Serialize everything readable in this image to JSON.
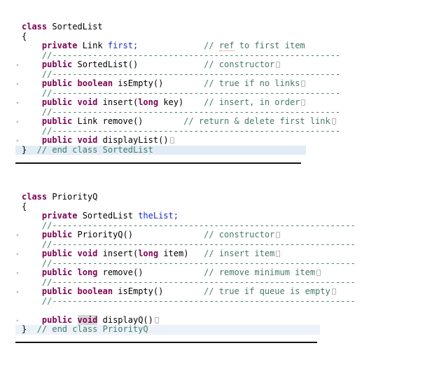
{
  "app": {
    "view": "java-code-editor"
  },
  "editor": {
    "fold_glyph": "▸",
    "colors": {
      "plain": "#000000",
      "keyword": "#7b0052",
      "field": "#1b2acb",
      "comment": "#467a66",
      "line_highlight": "#e2ecf7",
      "line_highlight_soft": "#ecf2fa",
      "occurrence_highlight": "#d7d7d7",
      "fold_marker": "#9fafc9",
      "divider": "#141414",
      "spell_underline": "#e0724d",
      "box_border": "#b5b5b5"
    },
    "blocks": [
      {
        "class_name": "SortedList",
        "lines": [
          {
            "marker": false,
            "highlight": null,
            "segments": [
              {
                "style": "keyword",
                "text": "class"
              },
              {
                "style": "plain",
                "text": " SortedList"
              }
            ]
          },
          {
            "marker": false,
            "highlight": null,
            "segments": [
              {
                "style": "plain",
                "text": "{"
              }
            ]
          },
          {
            "marker": false,
            "highlight": null,
            "segments": [
              {
                "style": "plain",
                "text": "    "
              },
              {
                "style": "keyword",
                "text": "private"
              },
              {
                "style": "plain",
                "text": " Link "
              },
              {
                "style": "field",
                "text": "first;"
              },
              {
                "style": "plain",
                "text": "             "
              },
              {
                "style": "comment",
                "text": "// "
              },
              {
                "style": "comment-spell",
                "text": "ref"
              },
              {
                "style": "comment",
                "text": " to first item"
              }
            ]
          },
          {
            "marker": false,
            "highlight": null,
            "segments": [
              {
                "style": "plain",
                "text": "    "
              },
              {
                "style": "comment",
                "text": "//---------------------------------------------------------"
              }
            ]
          },
          {
            "marker": true,
            "highlight": null,
            "segments": [
              {
                "style": "plain",
                "text": "    "
              },
              {
                "style": "keyword",
                "text": "public"
              },
              {
                "style": "plain",
                "text": " SortedList()"
              },
              {
                "style": "plain",
                "text": "             "
              },
              {
                "style": "comment",
                "text": "// constructor"
              },
              {
                "style": "box",
                "text": ""
              }
            ]
          },
          {
            "marker": false,
            "highlight": null,
            "segments": [
              {
                "style": "plain",
                "text": "    "
              },
              {
                "style": "comment",
                "text": "//---------------------------------------------------------"
              }
            ]
          },
          {
            "marker": true,
            "highlight": null,
            "segments": [
              {
                "style": "plain",
                "text": "    "
              },
              {
                "style": "keyword",
                "text": "public"
              },
              {
                "style": "plain",
                "text": " "
              },
              {
                "style": "keyword",
                "text": "boolean"
              },
              {
                "style": "plain",
                "text": " isEmpty()"
              },
              {
                "style": "plain",
                "text": "        "
              },
              {
                "style": "comment",
                "text": "// true if no links"
              },
              {
                "style": "box",
                "text": ""
              }
            ]
          },
          {
            "marker": false,
            "highlight": null,
            "segments": [
              {
                "style": "plain",
                "text": "    "
              },
              {
                "style": "comment",
                "text": "//---------------------------------------------------------"
              }
            ]
          },
          {
            "marker": true,
            "highlight": null,
            "segments": [
              {
                "style": "plain",
                "text": "    "
              },
              {
                "style": "keyword",
                "text": "public"
              },
              {
                "style": "plain",
                "text": " "
              },
              {
                "style": "keyword",
                "text": "void"
              },
              {
                "style": "plain",
                "text": " insert("
              },
              {
                "style": "keyword",
                "text": "long"
              },
              {
                "style": "plain",
                "text": " key)"
              },
              {
                "style": "plain",
                "text": "    "
              },
              {
                "style": "comment",
                "text": "// insert, in order"
              },
              {
                "style": "box",
                "text": ""
              }
            ]
          },
          {
            "marker": false,
            "highlight": null,
            "segments": [
              {
                "style": "plain",
                "text": "    "
              },
              {
                "style": "comment",
                "text": "//---------------------------------------------------------"
              }
            ]
          },
          {
            "marker": true,
            "highlight": null,
            "segments": [
              {
                "style": "plain",
                "text": "    "
              },
              {
                "style": "keyword",
                "text": "public"
              },
              {
                "style": "plain",
                "text": " Link remove()"
              },
              {
                "style": "plain",
                "text": "        "
              },
              {
                "style": "comment",
                "text": "// return & delete first link"
              },
              {
                "style": "box",
                "text": ""
              }
            ]
          },
          {
            "marker": false,
            "highlight": null,
            "segments": [
              {
                "style": "plain",
                "text": "    "
              },
              {
                "style": "comment",
                "text": "//---------------------------------------------------------"
              }
            ]
          },
          {
            "marker": true,
            "highlight": null,
            "segments": [
              {
                "style": "plain",
                "text": "    "
              },
              {
                "style": "keyword",
                "text": "public"
              },
              {
                "style": "plain",
                "text": " "
              },
              {
                "style": "keyword",
                "text": "void"
              },
              {
                "style": "plain",
                "text": " displayList()"
              },
              {
                "style": "box",
                "text": ""
              }
            ]
          },
          {
            "marker": false,
            "highlight": "strong",
            "segments": [
              {
                "style": "plain",
                "text": "}  "
              },
              {
                "style": "comment",
                "text": "// end class SortedList"
              }
            ]
          }
        ]
      },
      {
        "class_name": "PriorityQ",
        "lines": [
          {
            "marker": false,
            "highlight": null,
            "segments": [
              {
                "style": "keyword",
                "text": "class"
              },
              {
                "style": "plain",
                "text": " PriorityQ"
              }
            ]
          },
          {
            "marker": false,
            "highlight": null,
            "segments": [
              {
                "style": "plain",
                "text": "{"
              }
            ]
          },
          {
            "marker": false,
            "highlight": null,
            "segments": [
              {
                "style": "plain",
                "text": "    "
              },
              {
                "style": "keyword",
                "text": "private"
              },
              {
                "style": "plain",
                "text": " SortedList "
              },
              {
                "style": "field",
                "text": "theList;"
              }
            ]
          },
          {
            "marker": false,
            "highlight": null,
            "segments": [
              {
                "style": "plain",
                "text": "    "
              },
              {
                "style": "comment",
                "text": "//------------------------------------------------------------"
              }
            ]
          },
          {
            "marker": true,
            "highlight": null,
            "segments": [
              {
                "style": "plain",
                "text": "    "
              },
              {
                "style": "keyword",
                "text": "public"
              },
              {
                "style": "plain",
                "text": " PriorityQ()"
              },
              {
                "style": "plain",
                "text": "              "
              },
              {
                "style": "comment",
                "text": "// constructor"
              },
              {
                "style": "box",
                "text": ""
              }
            ]
          },
          {
            "marker": false,
            "highlight": null,
            "segments": [
              {
                "style": "plain",
                "text": "    "
              },
              {
                "style": "comment",
                "text": "//------------------------------------------------------------"
              }
            ]
          },
          {
            "marker": true,
            "highlight": null,
            "segments": [
              {
                "style": "plain",
                "text": "    "
              },
              {
                "style": "keyword",
                "text": "public"
              },
              {
                "style": "plain",
                "text": " "
              },
              {
                "style": "keyword",
                "text": "void"
              },
              {
                "style": "plain",
                "text": " insert("
              },
              {
                "style": "keyword",
                "text": "long"
              },
              {
                "style": "plain",
                "text": " item)"
              },
              {
                "style": "plain",
                "text": "   "
              },
              {
                "style": "comment",
                "text": "// insert item"
              },
              {
                "style": "box",
                "text": ""
              }
            ]
          },
          {
            "marker": false,
            "highlight": null,
            "segments": [
              {
                "style": "plain",
                "text": "    "
              },
              {
                "style": "comment",
                "text": "//------------------------------------------------------------"
              }
            ]
          },
          {
            "marker": true,
            "highlight": null,
            "segments": [
              {
                "style": "plain",
                "text": "    "
              },
              {
                "style": "keyword",
                "text": "public"
              },
              {
                "style": "plain",
                "text": " "
              },
              {
                "style": "keyword",
                "text": "long"
              },
              {
                "style": "plain",
                "text": " remove()"
              },
              {
                "style": "plain",
                "text": "            "
              },
              {
                "style": "comment",
                "text": "// remove minimum item"
              },
              {
                "style": "box",
                "text": ""
              }
            ]
          },
          {
            "marker": false,
            "highlight": null,
            "segments": [
              {
                "style": "plain",
                "text": "    "
              },
              {
                "style": "comment",
                "text": "//------------------------------------------------------------"
              }
            ]
          },
          {
            "marker": true,
            "highlight": null,
            "segments": [
              {
                "style": "plain",
                "text": "    "
              },
              {
                "style": "keyword",
                "text": "public"
              },
              {
                "style": "plain",
                "text": " "
              },
              {
                "style": "keyword",
                "text": "boolean"
              },
              {
                "style": "plain",
                "text": " isEmpty()"
              },
              {
                "style": "plain",
                "text": "        "
              },
              {
                "style": "comment",
                "text": "// true if queue is empty"
              },
              {
                "style": "box",
                "text": ""
              }
            ]
          },
          {
            "marker": false,
            "highlight": null,
            "segments": [
              {
                "style": "plain",
                "text": "    "
              },
              {
                "style": "comment",
                "text": "//------------------------------------------------------------"
              }
            ]
          },
          {
            "marker": false,
            "highlight": null,
            "segments": [
              {
                "style": "plain",
                "text": ""
              }
            ]
          },
          {
            "marker": true,
            "highlight": null,
            "segments": [
              {
                "style": "plain",
                "text": "    "
              },
              {
                "style": "keyword",
                "text": "public"
              },
              {
                "style": "plain",
                "text": " "
              },
              {
                "style": "keyword-occ",
                "text": "void"
              },
              {
                "style": "plain",
                "text": " displayQ()"
              },
              {
                "style": "box",
                "text": ""
              }
            ]
          },
          {
            "marker": false,
            "highlight": "soft",
            "segments": [
              {
                "style": "plain",
                "text": "}  "
              },
              {
                "style": "comment",
                "text": "// end class PriorityQ"
              }
            ]
          }
        ]
      }
    ]
  }
}
